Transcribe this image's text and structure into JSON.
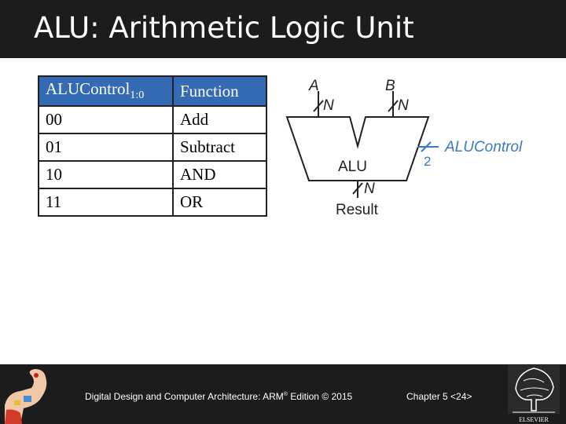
{
  "slide": {
    "title": "ALU: Arithmetic Logic Unit"
  },
  "table": {
    "header": {
      "col1_main": "ALUControl",
      "col1_sub": "1:0",
      "col2": "Function"
    },
    "rows": [
      {
        "code": "00",
        "function": "Add"
      },
      {
        "code": "01",
        "function": "Subtract"
      },
      {
        "code": "10",
        "function": "AND"
      },
      {
        "code": "11",
        "function": "OR"
      }
    ]
  },
  "diagram": {
    "input_a": "A",
    "input_b": "B",
    "width_a": "N",
    "width_b": "N",
    "block_label": "ALU",
    "width_out": "N",
    "output_label": "Result",
    "control_width": "2",
    "control_label": "ALUControl",
    "accent_color": "#3a78c4"
  },
  "footer": {
    "book_prefix": "Digital Design and Computer Architecture: ARM",
    "book_reg": "®",
    "book_suffix": " Edition © 2015",
    "chapter": "Chapter 5 <24>",
    "publisher_logo": "ELSEVIER"
  }
}
